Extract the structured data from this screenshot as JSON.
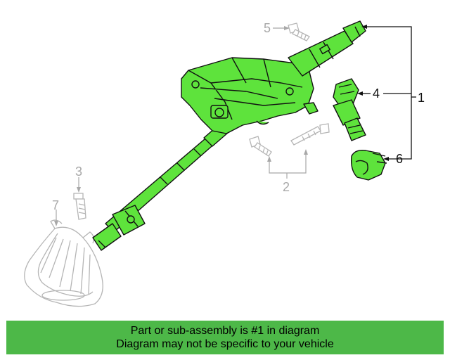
{
  "callouts": {
    "c1": "1",
    "c2": "2",
    "c3": "3",
    "c4": "4",
    "c5": "5",
    "c6": "6",
    "c7": "7"
  },
  "banner": {
    "line1": "Part or sub-assembly is #1 in diagram",
    "line2": "Diagram may not be specific to your vehicle"
  },
  "colors": {
    "highlight": "#5ee33c",
    "outline": "#111111",
    "ghost": "#b5b5b5",
    "banner_bg": "#4db848"
  }
}
